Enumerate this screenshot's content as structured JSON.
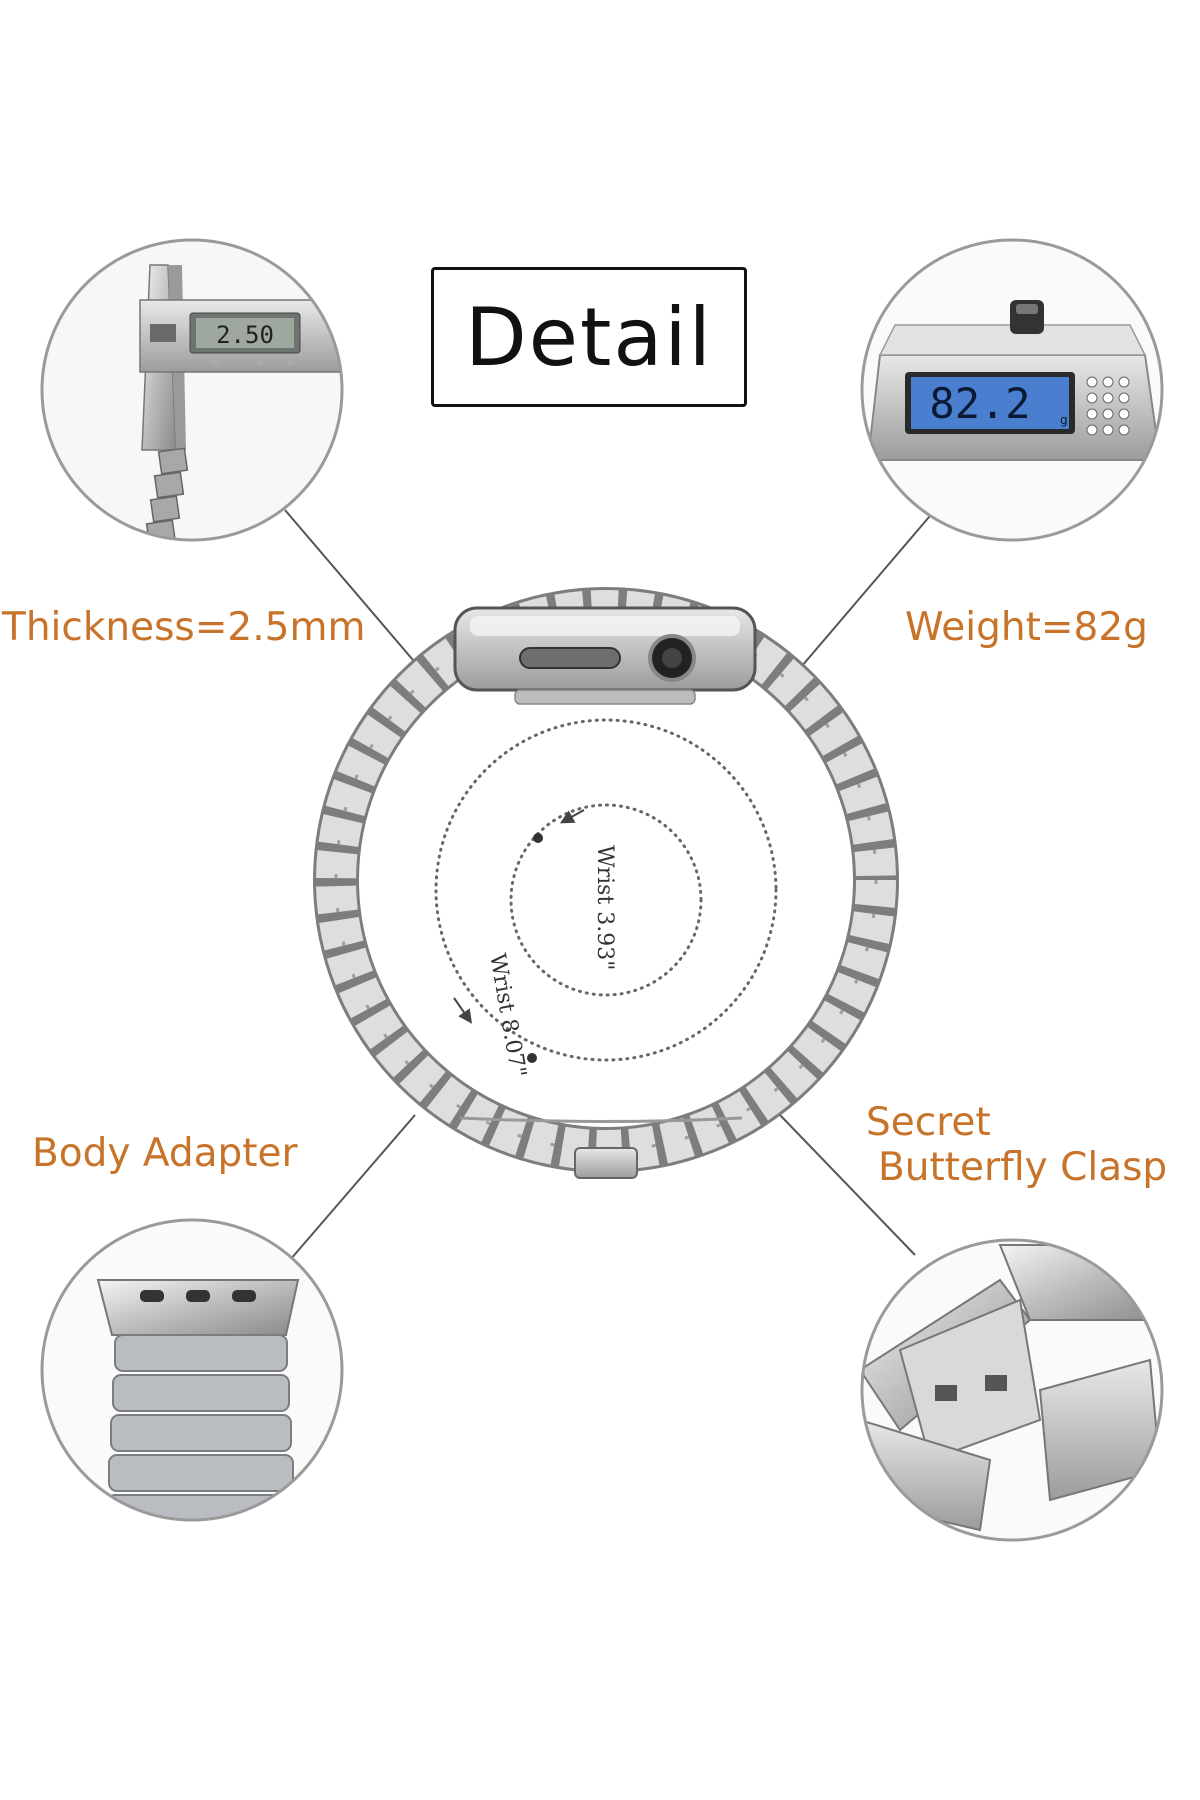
{
  "title": "Detail",
  "callouts": {
    "thickness": "Thickness=2.5mm",
    "weight": "Weight=82g",
    "body_adapter": "Body Adapter",
    "clasp_line1": "Secret",
    "clasp_line2": "Butterfly Clasp"
  },
  "caliper_readout": "2.50",
  "scale_readout": "82.2",
  "scale_unit": "g",
  "wrist_labels": {
    "inner": "Wrist 3.93\"",
    "outer": "Wrist 8.07\""
  },
  "colors": {
    "callout_text": "#c8732a",
    "scale_display": "#4a7fd0",
    "circle_border": "#9a9a9a"
  }
}
